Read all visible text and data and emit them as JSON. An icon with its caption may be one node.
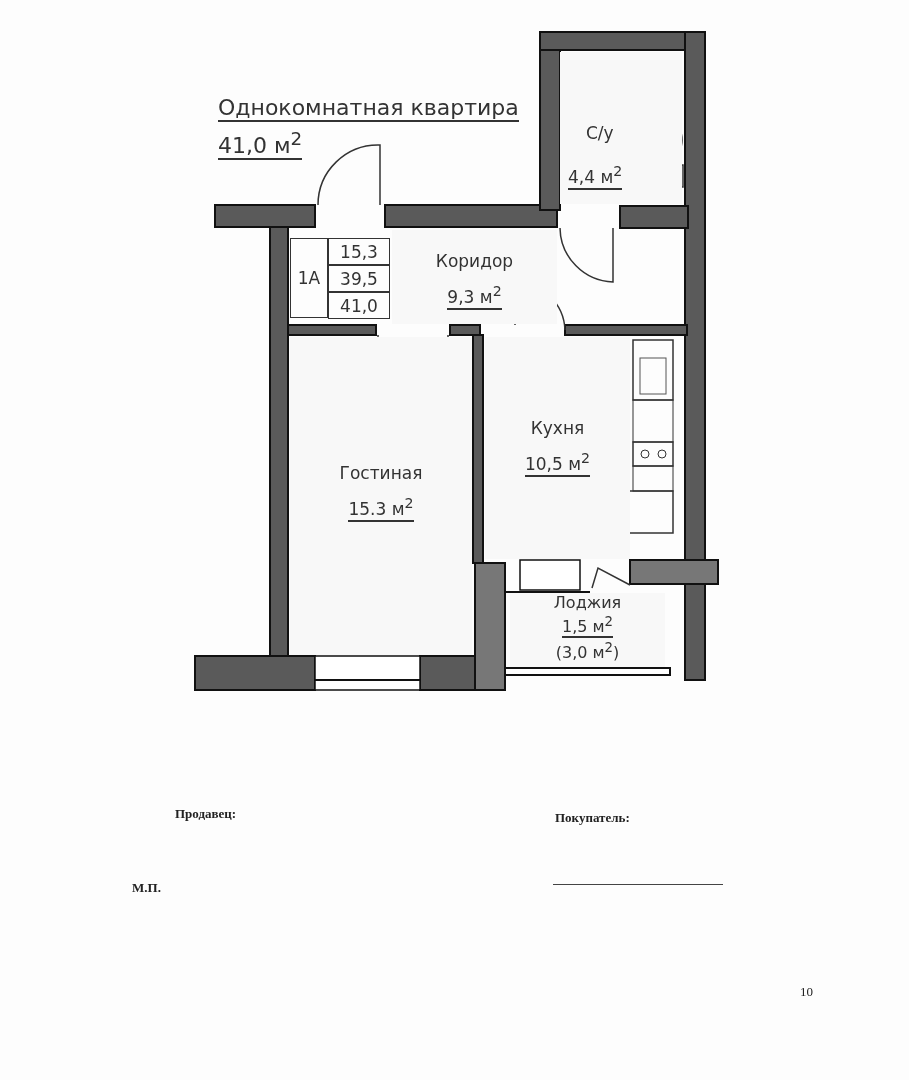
{
  "diagram": {
    "title": "Однокомнатная квартира",
    "nodes": [
      {
        "text": [
          "С/у",
          "4,4 м$^{2}$"
        ]
      },
      {
        "text": [
          "Коридор",
          "9,3 м$^{2}$"
        ]
      },
      {
        "text": [
          "Кухня",
          "10,5 м$^{2}$"
        ]
      },
      {
        "text": [
          "Гостиная",
          "15.3 м$^{2}$"
        ]
      },
      {
        "text": [
          "Лоджия",
          "1,5 м$^{2}$",
          "(3,0 м$^{2}$)"
        ]
      }
    ],
    "edges": [],
    "labels": [
      "41,0 м$^{2}$",
      "1А",
      "15,3",
      "39,5",
      "41,0",
      "Продавец:",
      "М.П.",
      "Покупатель:",
      "10"
    ]
  }
}
